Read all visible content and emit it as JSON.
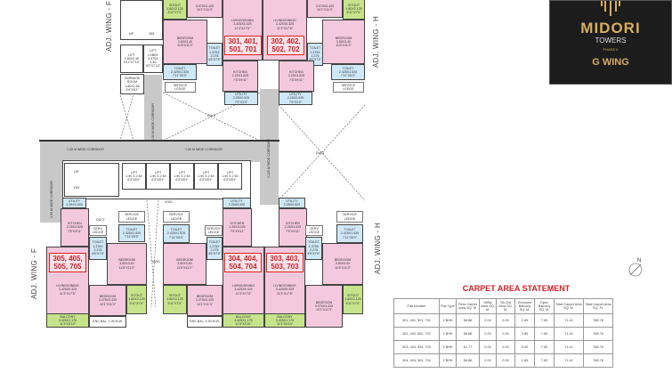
{
  "logo": {
    "brand": "MIDORI",
    "sub": "TOWERS",
    "phase": "PHASE II",
    "wing": "G WING"
  },
  "wings": {
    "f_top": "ADJ. WING - F",
    "f_bottom": "ADJ. WING - F",
    "h_top": "ADJ. WING - H",
    "h_bottom": "ADJ. WING - H"
  },
  "corridors": {
    "top_h_left": "1.50 M WIDE CORRIDOR",
    "top_h_right": "1.50 M WIDE CORRIDOR",
    "left_v": "1.50 M WIDE CORRIDOR",
    "upper_v": "1.50 M WIDE CORRIDOR",
    "center_v": "2.225 M WIDE CORRIDOR"
  },
  "labels": {
    "up": "UP",
    "dn": "DN",
    "up2": "UP",
    "dn2": "DN",
    "duct1": "DUCT",
    "duct2": "DUCT",
    "duct3": "DUCT",
    "void": "VOID",
    "yard": "YARD",
    "north": "N"
  },
  "units": {
    "u301": "301, 401, 501, 701",
    "u302": "302, 402, 502, 702",
    "u305": "305, 405, 505, 705",
    "u304": "304, 404, 504, 704",
    "u303": "303, 403, 503, 703"
  },
  "rooms": {
    "sitout_tl": [
      "SITOUT",
      "1.80X2.125",
      "5'11\"X7'0\""
    ],
    "bed_t1": [
      "3.075X3.425",
      "10'1\"X11'3\""
    ],
    "living_301": [
      "LIVING/DINING",
      "3.425X5.325",
      "11'3\"X17'6\""
    ],
    "living_302": [
      "LIVING/DINING",
      "3.425X5.325",
      "11'3\"X17'6\""
    ],
    "bed_t2": [
      "3.075X3.425",
      "10'1\"X11'3\""
    ],
    "sitout_tr": [
      "SITOUT",
      "1.80X2.125",
      "5'11\"X7'0\""
    ],
    "bed_l": [
      "BEDROOM",
      "3.50X3.40",
      "11'6\"X11'2\""
    ],
    "bed_r": [
      "BEDROOM",
      "3.50X3.40",
      "11'6\"X11'2\""
    ],
    "toilet_s1": [
      "TOILET",
      "1.375X",
      "2.275",
      "4'6\"X7'6\""
    ],
    "toilet_s2": [
      "TOILET",
      "1.375X",
      "2.275",
      "4'6\"X7'6\""
    ],
    "toilet_l": [
      "TOILET",
      "2.425X1.525",
      "7'11\"X5'0\""
    ],
    "toilet_r": [
      "TOILET",
      "2.425X1.525",
      "7'11\"X5'0\""
    ],
    "ledge_l": [
      "SERVICE",
      "LEDGE"
    ],
    "ledge_r": [
      "SERVICE",
      "LEDGE"
    ],
    "kitchen_301": [
      "KITCHEN",
      "2.25X3.025",
      "7'5\"X9'11\""
    ],
    "kitchen_302": [
      "KITCHEN",
      "2.25X3.025",
      "7'5\"X9'11\""
    ],
    "utility_301": [
      "UTILITY",
      "2.25X0.925",
      "7'5\"X3'0\""
    ],
    "utility_302": [
      "UTILITY",
      "2.25X0.925",
      "7'5\"X3'0\""
    ],
    "stair_top": [
      "UP",
      "DN"
    ],
    "lift_small": [
      "LIFT",
      "1.80X2.40",
      "5'11\"X7'10\""
    ],
    "lift_lobby": [
      "LIFT",
      "LOBBY",
      "1.575X",
      "2.40",
      "5'2\"X7'10\""
    ],
    "garbage": [
      "GARBAGE",
      "ROOM",
      "1.80X1.58",
      "5'9\"X5'2\""
    ],
    "lift1": [
      "LIFT",
      "1.90 X 2.50",
      "6'3\"X8'2\""
    ],
    "lift2": [
      "LIFT",
      "1.90 X 2.50",
      "6'3\"X8'2\""
    ],
    "lift3": [
      "LIFT",
      "1.90 X 2.50",
      "6'3\"X8'2\""
    ],
    "lift4": [
      "LIFT",
      "1.90 X 2.50",
      "6'3\"X8'2\""
    ],
    "lift5": [
      "LIFT",
      "1.90 X 2.50",
      "6'3\"X8'2\""
    ],
    "utility_b1": [
      "UTILITY",
      "2.25X0.925"
    ],
    "utility_b2": [
      "UTILITY",
      "2.25X0.925"
    ],
    "utility_b3": [
      "UTILITY",
      "2.25X0.925"
    ],
    "kitchen_305": [
      "KITCHEN",
      "2.25X3.025",
      "7'5\"X9'11\""
    ],
    "living_305": [
      "LIVING/DINING",
      "3.425X5.325",
      "11'3\"X17'6\""
    ],
    "serv_ledge_b1": [
      "SERV",
      "LEDGE"
    ],
    "toilet_b1": [
      "TOILET",
      "1.375X",
      "2.275",
      "4'6\"X7'6\""
    ],
    "ledge_b2": [
      "SERVICE",
      "LEDGE"
    ],
    "toilet_b2": [
      "TOILET",
      "2.425X1.525",
      "7'11\"X5'0\""
    ],
    "bed_b1": [
      "BEDROOM",
      "3.50X3.40",
      "11'6\"X11'2\""
    ],
    "bed_b2": [
      "BEDROOM",
      "3.075X3.425",
      "10'1\"X11'3\""
    ],
    "sitout_b1": [
      "SITOUT",
      "1.80X2.125",
      "5'11\"X7'0\""
    ],
    "balcony_305": [
      "BALCONY",
      "3.425X1.175",
      "11'3\"X3'10\""
    ],
    "encbal_305": [
      "ENC.BAL. 1.00 M.W."
    ],
    "ledge_b3": [
      "SERVICE",
      "LEDGE"
    ],
    "toilet_b3": [
      "TOILET",
      "2.425X1.525",
      "7'11\"X5'0\""
    ],
    "bed_b3": [
      "BEDROOM",
      "3.50X3.40",
      "11'6\"X11'2\""
    ],
    "ledge_b4": [
      "SERVICE",
      "LEDGE"
    ],
    "toilet_b4": [
      "TOILET",
      "1.375X",
      "2.275",
      "4'6\"X7'6\""
    ],
    "sitout_b2": [
      "SITOUT",
      "1.80X2.125",
      "5'11\"X7'0\""
    ],
    "bed_b4": [
      "BEDROOM",
      "3.075X3.425",
      "10'1\"X11'3\""
    ],
    "encbal_304": [
      "ENC.BAL. 1.00 M.W."
    ],
    "kitchen_304": [
      "KITCHEN",
      "2.25X3.025",
      "7'5\"X9'11\""
    ],
    "living_304": [
      "LIVING/DINING",
      "3.425X5.325",
      "11'3\"X17'6\""
    ],
    "balcony_304": [
      "BALCONY",
      "3.425X1.175",
      "11'3\"X3'10\""
    ],
    "kitchen_303": [
      "KITCHEN",
      "2.25X3.025",
      "7'5\"X9'11\""
    ],
    "living_303": [
      "LIVING/DINING",
      "3.425X5.325",
      "11'3\"X17'6\""
    ],
    "balcony_303": [
      "BALCONY",
      "3.425X1.175",
      "11'3\"X3'10\""
    ],
    "ledge_b5": [
      "SERV",
      "LEDGE"
    ],
    "toilet_b5": [
      "TOILET",
      "1.375X",
      "2.275",
      "4'6\"X7'6\""
    ],
    "bed_b5": [
      "BEDROOM",
      "3.50X3.40",
      "11'6\"X11'2\""
    ],
    "ledge_b6": [
      "SERVICE",
      "LEDGE"
    ],
    "toilet_b6": [
      "TOILET",
      "2.425X1.525",
      "7'11\"X5'0\""
    ],
    "bed_b6": [
      "BEDROOM",
      "3.075X3.425",
      "10'1\"X11'3\""
    ],
    "sitout_b3": [
      "SITOUT",
      "1.80X2.125",
      "5'11\"X7'0\""
    ]
  },
  "carpet": {
    "title": "CARPET AREA STATEMENT",
    "headers": [
      "Flat Number",
      "Flat Type",
      "Rera Carpet Area SQ. M.",
      "Utility Area SQ. M.",
      "Sit-Out Area SQ. M.",
      "Enclosed Balcony SQ. M.",
      "Open Balcony SQ. M.",
      "Total Carpet Area SQ. M.",
      "Total Carpet Area SQ. Ft."
    ],
    "rows": [
      [
        "301, 401, 501, 701",
        "2 BHK",
        "58.88",
        "2.00",
        "0.00",
        "2.89",
        "7.65",
        "71.42",
        "768.76"
      ],
      [
        "302, 402, 502, 702",
        "2 BHK",
        "58.88",
        "2.00",
        "0.00",
        "2.89",
        "7.65",
        "71.42",
        "768.76"
      ],
      [
        "303, 403, 503, 703",
        "2 BHK",
        "61.77",
        "2.00",
        "0.00",
        "0.00",
        "7.65",
        "71.42",
        "768.76"
      ],
      [
        "304, 404, 504, 704",
        "2 BHK",
        "58.88",
        "2.00",
        "0.00",
        "2.89",
        "7.65",
        "71.42",
        "768.76"
      ]
    ]
  }
}
